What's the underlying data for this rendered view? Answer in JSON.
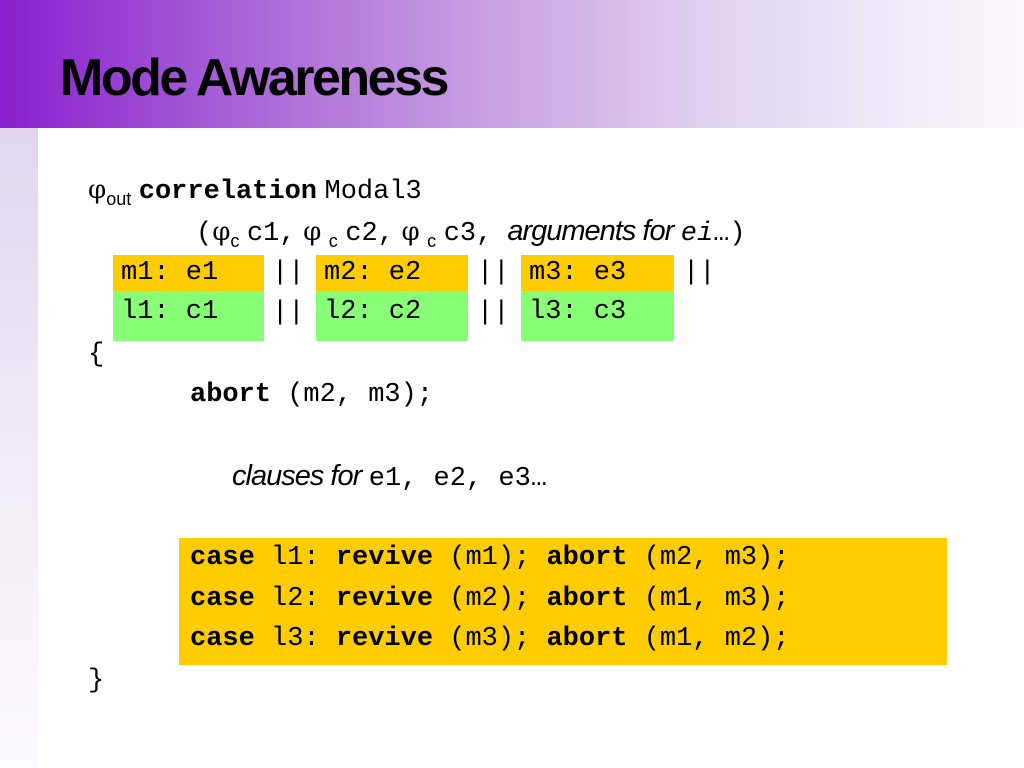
{
  "slide": {
    "title": "Mode Awareness",
    "line1": {
      "phi": "φ",
      "phi_sub": "out",
      "kw": "correlation",
      "name": "Modal3"
    },
    "line2": {
      "open": "(",
      "phi": "φ",
      "sub": "c",
      "arg1": "c1",
      "arg2": "c2",
      "arg3": "c3",
      "comma": ",",
      "args_italic": "arguments for",
      "args_ei": "ei",
      "args_tail": "…)"
    },
    "modes": [
      "m1: e1",
      "m2: e2",
      "m3: e3"
    ],
    "labels": [
      "l1: c1",
      "l2: c2",
      "l3: c3"
    ],
    "separator": "||",
    "open_brace": "{",
    "abort_line": {
      "kw": "abort",
      "args": "(m2, m3);"
    },
    "clauses_line": {
      "italic": "clauses for",
      "code": "e1, e2, e3",
      "tail": "…"
    },
    "cases": [
      {
        "kw_case": "case",
        "label": "l1:",
        "kw_revive": "revive",
        "revive_args": "(m1);",
        "kw_abort": "abort",
        "abort_args": "(m2, m3);"
      },
      {
        "kw_case": "case",
        "label": "l2:",
        "kw_revive": "revive",
        "revive_args": "(m2);",
        "kw_abort": "abort",
        "abort_args": "(m1, m3);"
      },
      {
        "kw_case": "case",
        "label": "l3:",
        "kw_revive": "revive",
        "revive_args": "(m3);",
        "kw_abort": "abort",
        "abort_args": "(m1, m2);"
      }
    ],
    "close_brace": "}"
  },
  "colors": {
    "title_gradient_start": "#8a1fd0",
    "orange_highlight": "#ffcc00",
    "green_highlight": "#88ff77"
  }
}
